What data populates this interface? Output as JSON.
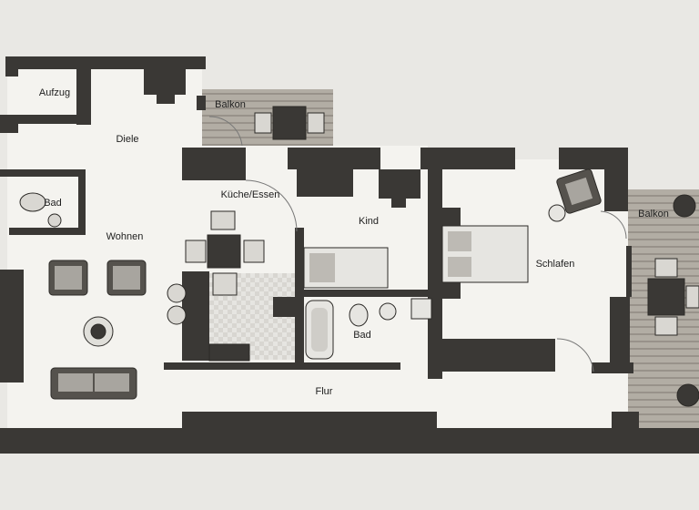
{
  "floor_plan": {
    "rooms": {
      "aufzug": "Aufzug",
      "balkon_top": "Balkon",
      "diele": "Diele",
      "bad_left": "Bad",
      "kueche_essen": "Küche/Essen",
      "wohnen": "Wohnen",
      "kind": "Kind",
      "bad_center": "Bad",
      "schlafen": "Schlafen",
      "balkon_right": "Balkon",
      "flur": "Flur"
    },
    "colors": {
      "paper": "#e9e8e4",
      "wall": "#3a3835",
      "floor": "#f4f3ef",
      "balcony": "#a9a49b",
      "furniture": "#55524d"
    }
  }
}
